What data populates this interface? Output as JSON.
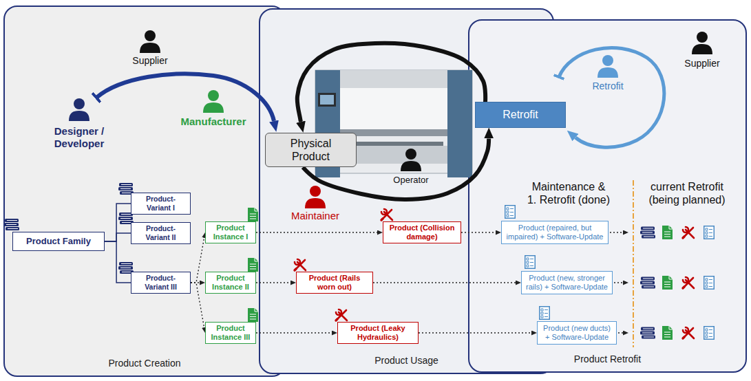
{
  "diagram": {
    "nodes": [
      {
        "text": [
          "Product Creation"
        ]
      },
      {
        "text": [
          "Product Family"
        ],
        "in": 0
      },
      {
        "text": [
          "Product-Variant I"
        ],
        "in": 0
      },
      {
        "text": [
          "Product-Variant II"
        ],
        "in": 0
      },
      {
        "text": [
          "Product-Variant III"
        ],
        "in": 0
      },
      {
        "text": [
          "Product Instance I"
        ],
        "in": 0
      },
      {
        "text": [
          "Product Instance II"
        ],
        "in": 0
      },
      {
        "text": [
          "Product Instance III"
        ],
        "in": 0
      },
      {
        "text": [
          "Product Usage"
        ]
      },
      {
        "text": [
          "Physical Product"
        ],
        "in": 8
      },
      {
        "text": [
          "Product (Collision damage)"
        ],
        "in": 8
      },
      {
        "text": [
          "Product (Rails worn out)"
        ],
        "in": 8
      },
      {
        "text": [
          "Product (Leaky Hydraulics)"
        ],
        "in": 8
      },
      {
        "text": [
          "Product Retrofit"
        ]
      },
      {
        "text": [
          "Retrofit"
        ],
        "in": 13
      },
      {
        "text": [
          "Product (repaired, but impaired) + Software-Update"
        ],
        "in": 13
      },
      {
        "text": [
          "Product (new, stronger rails) + Software-Update"
        ],
        "in": 13
      },
      {
        "text": [
          "Product (new ducts) + Software-Update"
        ],
        "in": 13
      }
    ],
    "edges": [
      {
        "from": 1,
        "to": 2,
        "arrow": "none"
      },
      {
        "from": 1,
        "to": 3,
        "arrow": "none"
      },
      {
        "from": 1,
        "to": 4,
        "arrow": "none"
      },
      {
        "from": 4,
        "to": 5,
        "arrow": "to"
      },
      {
        "from": 4,
        "to": 6,
        "arrow": "to"
      },
      {
        "from": 4,
        "to": 7,
        "arrow": "to"
      },
      {
        "from": 5,
        "to": 10,
        "arrow": "to"
      },
      {
        "from": 10,
        "to": 15,
        "arrow": "to"
      },
      {
        "from": 6,
        "to": 11,
        "arrow": "to"
      },
      {
        "from": 11,
        "to": 16,
        "arrow": "to"
      },
      {
        "from": 7,
        "to": 12,
        "arrow": "to"
      },
      {
        "from": 12,
        "to": 17,
        "arrow": "to"
      },
      {
        "from": 9,
        "to": 14,
        "arrow": "to"
      },
      {
        "from": 14,
        "to": 9,
        "arrow": "to"
      }
    ],
    "labels": [
      "Supplier",
      "Retrofit",
      "Supplier",
      "Manufacturer",
      "Designer / Developer",
      "Operator",
      "Maintainer",
      "Maintenance & 1. Retrofit (done)",
      "current Retrofit (being planned)"
    ]
  }
}
